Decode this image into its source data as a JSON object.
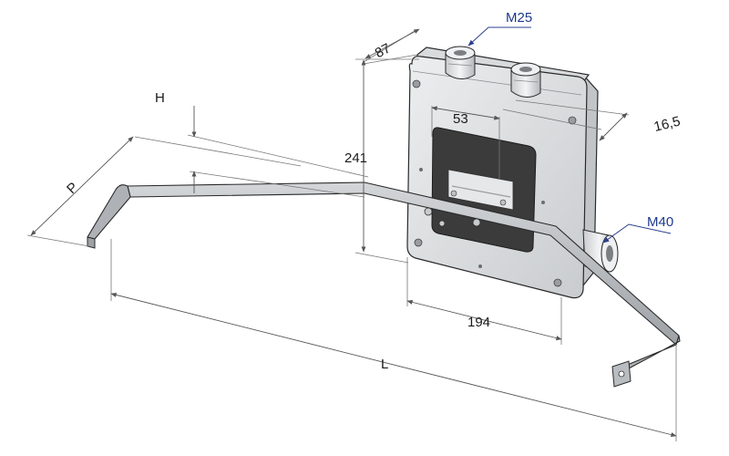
{
  "dimensions": {
    "depth": "87",
    "height": "241",
    "width": "194",
    "window_width": "53",
    "lid_offset": "16,5",
    "bracket_height": "H",
    "bracket_projection": "P",
    "overall_length": "L"
  },
  "callouts": {
    "gland_small": "M25",
    "gland_large": "M40"
  },
  "colors": {
    "enclosure": "#dcdedf",
    "enclosure_side": "#c2c5c7",
    "bracket": "#b9bcc0",
    "window": "#3a3a3a",
    "dimension_text": "#1a1a1a",
    "callout_text": "#1d3a8a"
  }
}
